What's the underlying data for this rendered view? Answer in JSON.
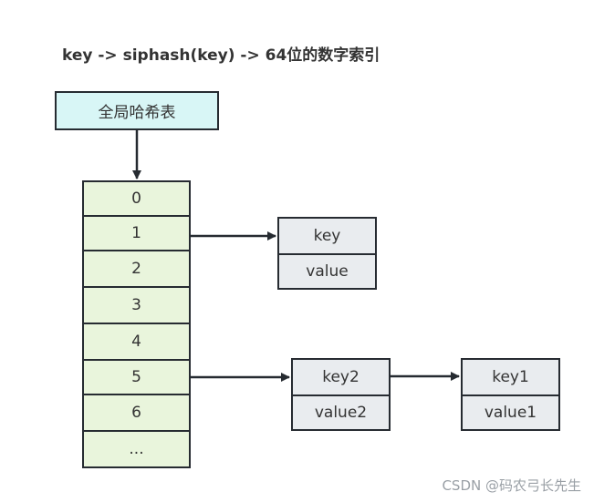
{
  "title": "key -> siphash(key)  -> 64位的数字索引",
  "header": {
    "label": "全局哈希表"
  },
  "slots": [
    {
      "label": "0"
    },
    {
      "label": "1"
    },
    {
      "label": "2"
    },
    {
      "label": "3"
    },
    {
      "label": "4"
    },
    {
      "label": "5"
    },
    {
      "label": "6"
    },
    {
      "label": "..."
    }
  ],
  "nodes": {
    "slot1_entry": {
      "key": "key",
      "value": "value"
    },
    "slot5_entry_a": {
      "key": "key2",
      "value": "value2"
    },
    "slot5_entry_b": {
      "key": "key1",
      "value": "value1"
    }
  },
  "watermark": "CSDN @码农弓长先生",
  "colors": {
    "header_fill": "#d8f6f6",
    "slot_fill": "#e9f5dc",
    "node_fill": "#e9ecef",
    "stroke": "#262b31"
  }
}
